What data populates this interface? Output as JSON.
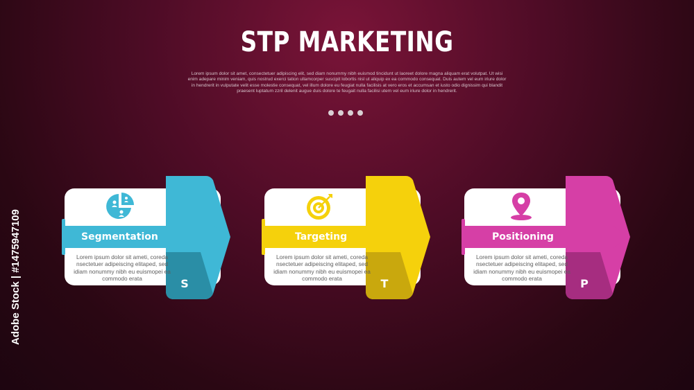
{
  "header": {
    "title": "STP MARKETING",
    "subtitle": "Lorem ipsum dolor sit amet, consectetuer adipiscing elit, sed diam nonummy nibh euismod tincidunt ut laoreet dolore magna aliquam erat volutpat. Ut wisi enim adepare minim veniam, quis nostrud exerci tation ullamcorper suscipit lobortis nisl ut aliquip ex ea commodo consequat. Duis autem vel eum iriure dolor in hendrerit in vulputate velit esse molestie consequat, vel illum dolore eu feugiat nulla facilisis at vero eros et accumsan et iusto odio dignissim qui blandit praesent luptatum zzril delenit augue duis dolore te feugait nulla facilisi utem vel eum iriure dolor in hendrerit.",
    "dots_count": 4
  },
  "watermark": "Adobe Stock | #1475947109",
  "cards": [
    {
      "label": "Segmentation",
      "letter": "S",
      "icon": "pie-chart-users-icon",
      "color": "#3fb8d6",
      "dark_color": "#2a8ea6",
      "description": "Lorem ipsum dolor sit ameti, coreda nsectetuer adipeiscing elitaped, sed idiam nonummy nibh eu euismopei ea commodo erata"
    },
    {
      "label": "Targeting",
      "letter": "T",
      "icon": "target-icon",
      "color": "#f5d10c",
      "dark_color": "#c9a80d",
      "description": "Lorem ipsum dolor sit ameti, coreda nsectetuer adipeiscing elitaped, sed idiam nonummy nibh eu euismopei ea commodo erata"
    },
    {
      "label": "Positioning",
      "letter": "P",
      "icon": "location-pin-icon",
      "color": "#d63fa6",
      "dark_color": "#a62d80",
      "description": "Lorem ipsum dolor sit ameti, coreda nsectetuer adipeiscing elitaped, sed idiam nonummy nibh eu euismopei ea commodo erata"
    }
  ]
}
